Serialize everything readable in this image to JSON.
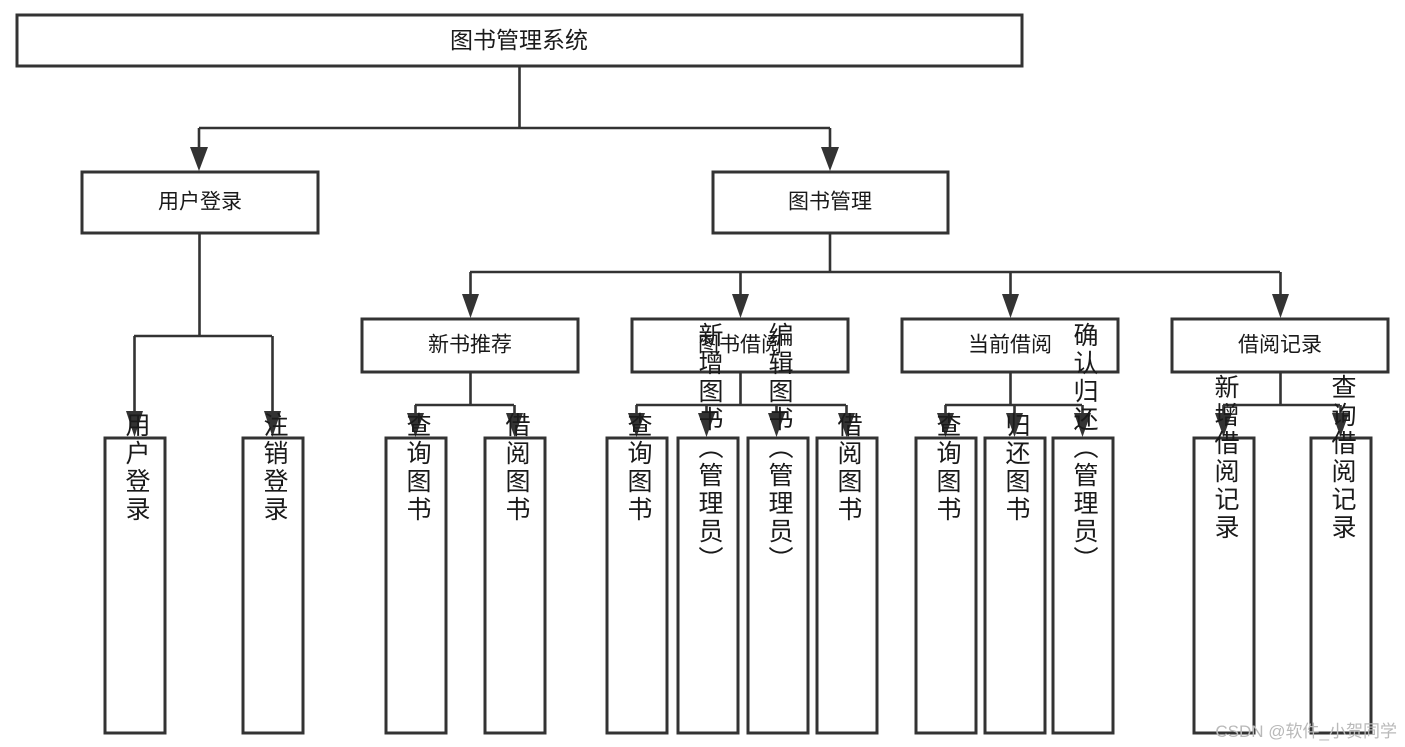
{
  "diagram": {
    "kind": "tree-hierarchy-chart",
    "title": "图书管理系统",
    "watermark": "CSDN @软件_小贺同学",
    "colors": {
      "stroke": "#333333",
      "fill": "#ffffff",
      "text": "#1a1a1a",
      "watermark": "#b9b9b9",
      "background": "#ffffff"
    },
    "levels": {
      "root": {
        "label": "图书管理系统"
      },
      "modules": [
        {
          "label": "用户登录"
        },
        {
          "label": "图书管理"
        }
      ],
      "submodules": [
        {
          "label": "新书推荐"
        },
        {
          "label": "图书借阅"
        },
        {
          "label": "当前借阅"
        },
        {
          "label": "借阅记录"
        }
      ],
      "leaves": [
        {
          "label": "用户登录",
          "parent": "用户登录"
        },
        {
          "label": "注销登录",
          "parent": "用户登录"
        },
        {
          "label": "查询图书",
          "parent": "新书推荐"
        },
        {
          "label": "借阅图书",
          "parent": "新书推荐"
        },
        {
          "label": "查询图书",
          "parent": "图书借阅"
        },
        {
          "label": "新增图书（管理员）",
          "parent": "图书借阅"
        },
        {
          "label": "编辑图书（管理员）",
          "parent": "图书借阅"
        },
        {
          "label": "借阅图书",
          "parent": "图书借阅"
        },
        {
          "label": "查询图书",
          "parent": "当前借阅"
        },
        {
          "label": "归还图书",
          "parent": "当前借阅"
        },
        {
          "label": "确认归还（管理员）",
          "parent": "当前借阅"
        },
        {
          "label": "新增借阅记录",
          "parent": "借阅记录"
        },
        {
          "label": "查询借阅记录",
          "parent": "借阅记录"
        }
      ]
    }
  }
}
